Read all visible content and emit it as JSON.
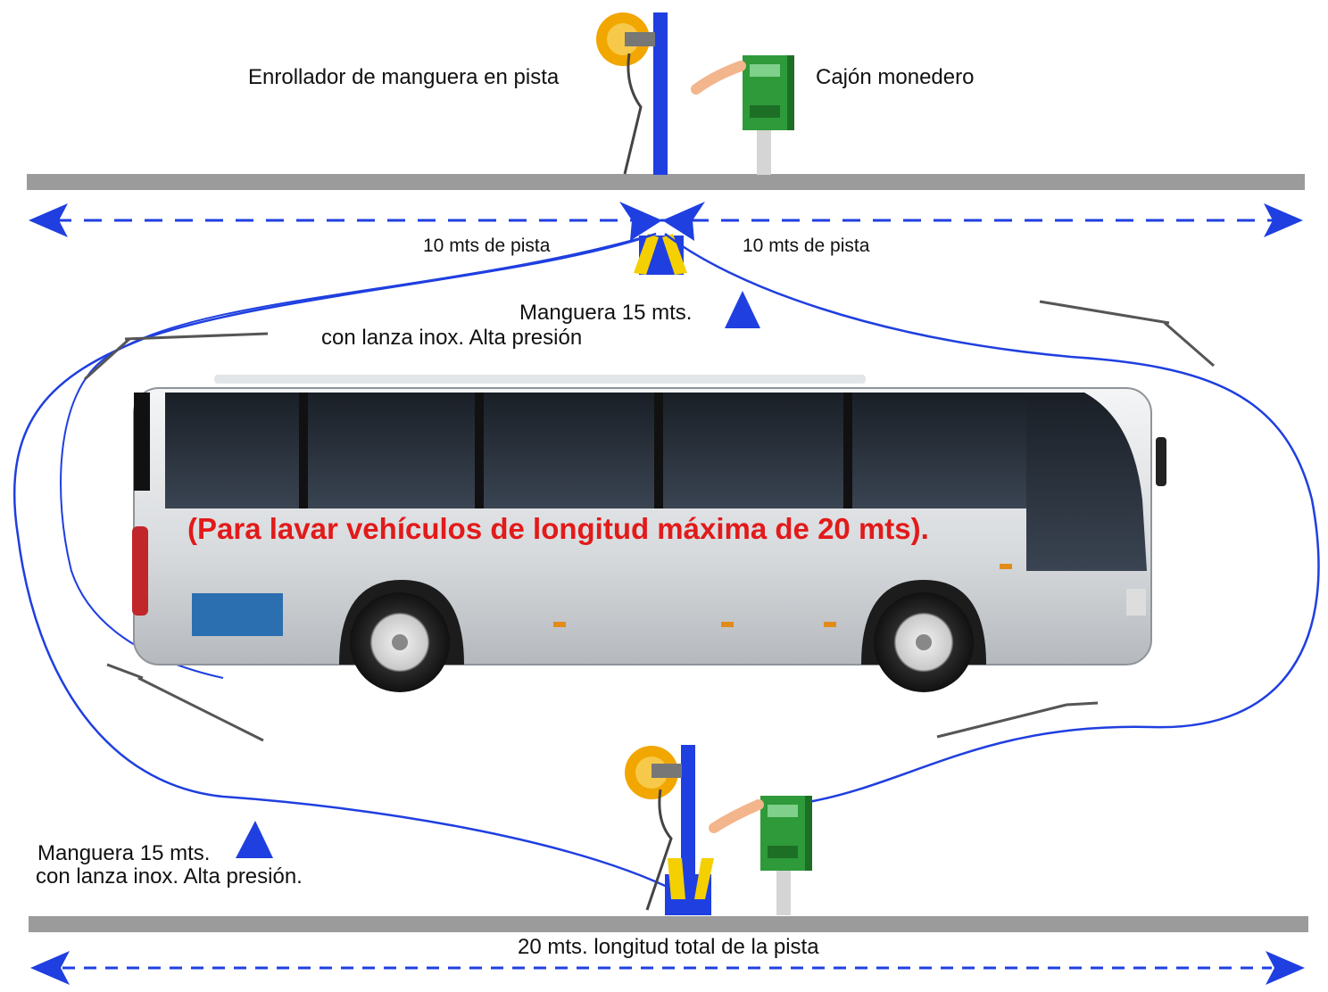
{
  "labels": {
    "hose_reel": "Enrollador de manguera en pista",
    "coin_box": "Cajón monedero",
    "track_left": "10 mts de pista",
    "track_right": "10 mts de pista",
    "hose_top_line1": "Manguera 15 mts.",
    "hose_top_line2": "con lanza inox. Alta presión",
    "bus_note": "(Para lavar vehículos de longitud máxima de 20 mts).",
    "hose_bottom_line1": "Manguera 15 mts.",
    "hose_bottom_line2": "con lanza inox.  Alta presión.",
    "total_length": "20 mts. longitud total de la pista"
  },
  "colors": {
    "pole": "#1f3fe0",
    "hose": "#1f3fe0",
    "track": "#9b9b9b",
    "arrow": "#1f3fe0",
    "note": "#e21a1a",
    "coin_box": "#2e9a3a",
    "reel": "#f2a600"
  }
}
